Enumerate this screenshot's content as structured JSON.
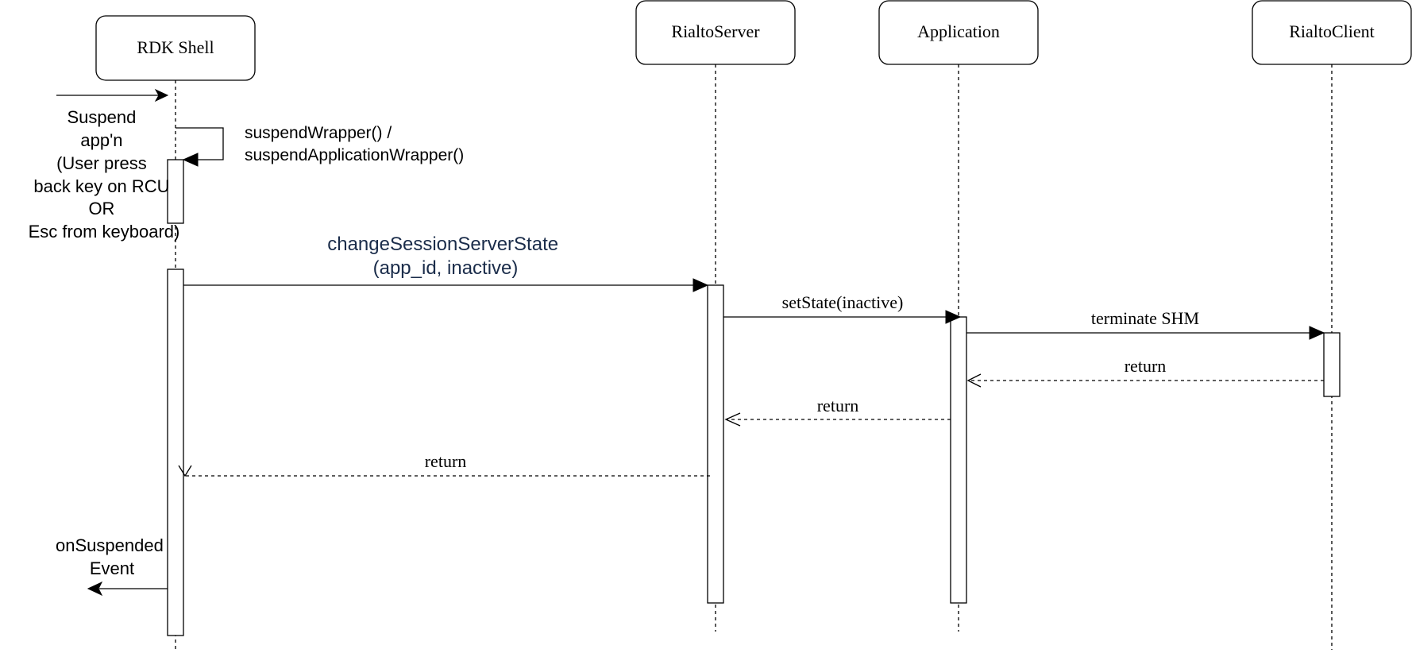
{
  "participants": {
    "rdk_shell": "RDK Shell",
    "rialto_server": "RialtoServer",
    "application": "Application",
    "rialto_client": "RialtoClient"
  },
  "notes": {
    "suspend": [
      "Suspend",
      "app'n",
      "(User press",
      "back key on RCU",
      "OR",
      "Esc from keyboard)"
    ],
    "on_suspended": [
      "onSuspended",
      "Event"
    ]
  },
  "messages": {
    "suspend_wrapper": [
      "suspendWrapper() /",
      "suspendApplicationWrapper()"
    ],
    "change_session": [
      "changeSessionServerState",
      "(app_id, inactive)"
    ],
    "set_state": "setState(inactive)",
    "terminate_shm": "terminate SHM",
    "return_client": "return",
    "return_app": "return",
    "return_server": "return"
  },
  "colors": {
    "change_session_text": "#1a2c4a"
  }
}
